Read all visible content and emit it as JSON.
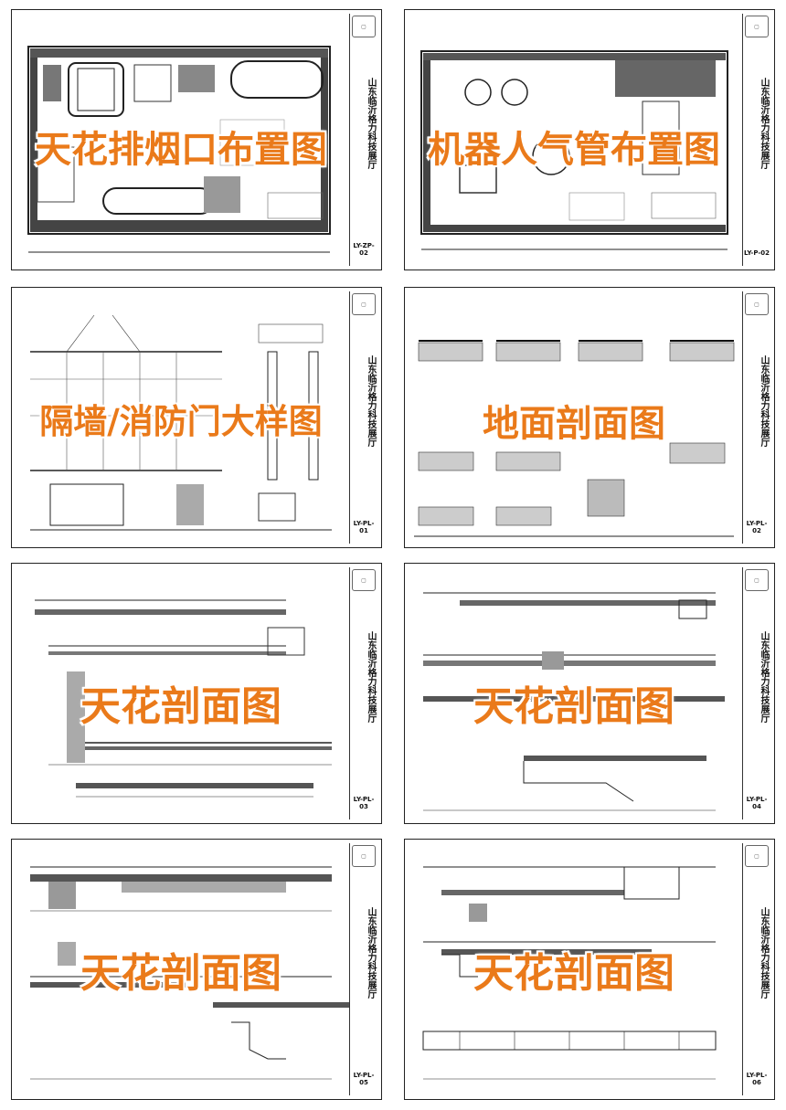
{
  "project_name": "山东临沂格力科技展厅",
  "sheets": [
    {
      "overlay": "天花排烟口布置图",
      "code": "LY-ZP-02"
    },
    {
      "overlay": "机器人气管布置图",
      "code": "LY-P-02"
    },
    {
      "overlay": "隔墙/消防门大样图",
      "code": "LY-PL-01"
    },
    {
      "overlay": "地面剖面图",
      "code": "LY-PL-02"
    },
    {
      "overlay": "天花剖面图",
      "code": "LY-PL-03"
    },
    {
      "overlay": "天花剖面图",
      "code": "LY-PL-04"
    },
    {
      "overlay": "天花剖面图",
      "code": "LY-PL-05"
    },
    {
      "overlay": "天花剖面图",
      "code": "LY-PL-06"
    }
  ]
}
